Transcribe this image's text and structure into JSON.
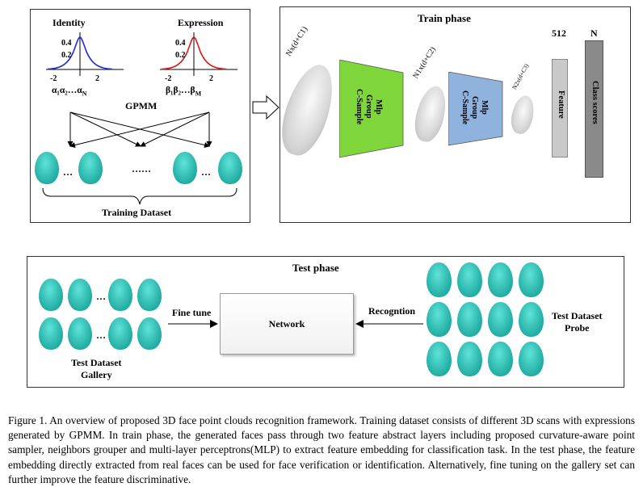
{
  "training_panel": {
    "identity_title": "Identity",
    "expression_title": "Expression",
    "identity_ticks": {
      "y_high": "0.4",
      "y_low": "0.2",
      "x_left": "-2",
      "x_right": "2"
    },
    "expression_ticks": {
      "y_high": "0.4",
      "y_low": "0.2",
      "x_left": "-2",
      "x_right": "2"
    },
    "identity_params": "α₁α₂…α",
    "identity_params_sub": "N",
    "expression_params": "β₁β₂…β",
    "expression_params_sub": "M",
    "gpmm_label": "GPMM",
    "ellipsis_left": "…",
    "ellipsis_mid": "……",
    "ellipsis_right": "…",
    "dataset_label": "Training Dataset",
    "colors": {
      "identity_curve": "#1f2bd6",
      "expression_curve": "#e01818",
      "face": "#2bbfb4"
    }
  },
  "train_panel": {
    "title": "Train phase",
    "input_label": "Nx(d+C1)",
    "mid_label": "N1x(d+C2)",
    "small_label": "N2x(d+C3)",
    "block1": [
      "Mlp",
      "Group",
      "C-Sample"
    ],
    "block2": [
      "Mlp",
      "Group",
      "C-Sample"
    ],
    "feature_label": "Feature",
    "feature_dim": "512",
    "class_label": "Class scores",
    "class_dim": "N",
    "colors": {
      "block1": "#7ed63a",
      "block2": "#8fb3dd",
      "feature": "#c9c9c9",
      "class": "#8a8a8a"
    }
  },
  "test_panel": {
    "title": "Test phase",
    "fine_tune": "Fine tune",
    "network": "Network",
    "recognition": "Recogntion",
    "gallery_label": [
      "Test Dataset",
      "Gallery"
    ],
    "probe_label": [
      "Test Dataset",
      "Probe"
    ],
    "ellipsis": "…"
  },
  "caption": "Figure 1. An overview of proposed 3D face point clouds recognition framework. Training dataset consists of different 3D scans with expressions generated by GPMM. In train phase, the generated faces pass through two feature abstract layers including proposed curvature-aware point sampler, neighbors grouper and multi-layer perceptrons(MLP) to extract feature embedding for classification task. In the test phase, the feature embedding directly extracted from real faces can be used for face verification or identification. Alternatively, fine tuning on the gallery set can further improve the feature discriminative."
}
